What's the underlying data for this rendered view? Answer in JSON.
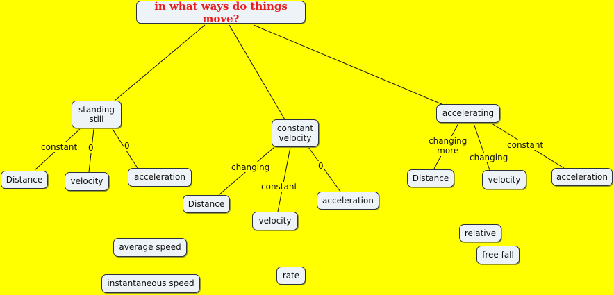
{
  "concept_map": {
    "root": "in what ways do things move?",
    "branch1": {
      "concept": "standing\nstill",
      "children": [
        {
          "link": "constant",
          "concept": "Distance"
        },
        {
          "link": "0",
          "concept": "velocity"
        },
        {
          "link": "0",
          "concept": "acceleration"
        }
      ]
    },
    "branch2": {
      "concept": "constant\nvelocity",
      "children": [
        {
          "link": "changing",
          "concept": "Distance"
        },
        {
          "link": "constant",
          "concept": "velocity"
        },
        {
          "link": "0",
          "concept": "acceleration"
        }
      ]
    },
    "branch3": {
      "concept": "accelerating",
      "children": [
        {
          "link": "changing\nmore",
          "concept": "Distance"
        },
        {
          "link": "changing",
          "concept": "velocity"
        },
        {
          "link": "constant",
          "concept": "acceleration"
        }
      ]
    },
    "loose_concepts": [
      "average speed",
      "instantaneous speed",
      "rate",
      "relative",
      "free fall"
    ]
  },
  "colors": {
    "background": "#ffff00",
    "node_fill": "#eef3f8",
    "root_text": "#e81d1d"
  }
}
